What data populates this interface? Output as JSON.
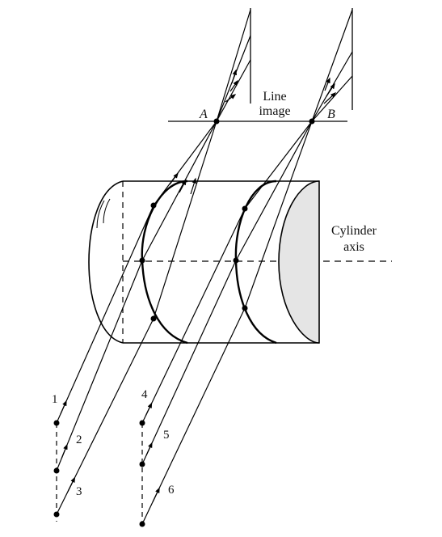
{
  "labels": {
    "line_image_1": "Line",
    "line_image_2": "image",
    "point_a": "A",
    "point_b": "B",
    "cylinder_axis_1": "Cylinder",
    "cylinder_axis_2": "axis"
  },
  "rays": [
    "1",
    "2",
    "3",
    "4",
    "5",
    "6"
  ],
  "colors": {
    "ink": "#000000",
    "cylinder_end_fill": "#e5e5e5",
    "background": "#ffffff"
  }
}
